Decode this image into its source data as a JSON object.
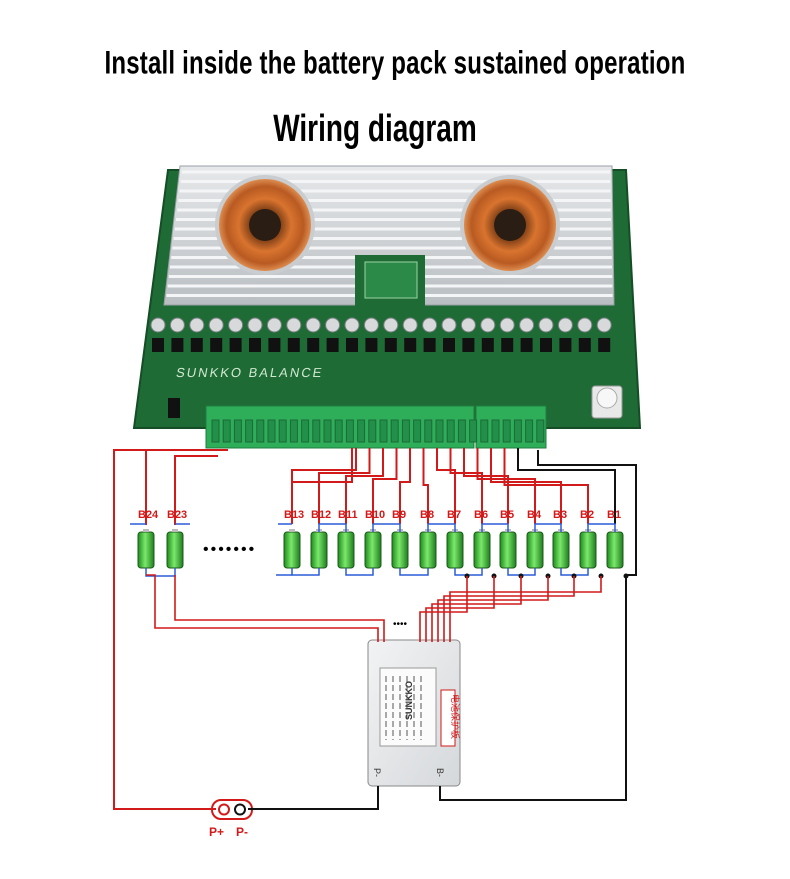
{
  "header": {
    "title": "Install inside the battery pack sustained operation",
    "subtitle": "Wiring diagram"
  },
  "board": {
    "silkscreen": "SUNKKO BALANCE"
  },
  "cells": {
    "left": [
      "B24",
      "B23"
    ],
    "ellipsis": "•••••••",
    "right": [
      "B13",
      "B12",
      "B11",
      "B10",
      "B9",
      "B8",
      "B7",
      "B6",
      "B5",
      "B4",
      "B3",
      "B2",
      "B1"
    ]
  },
  "bms": {
    "brand": "SUNKKO",
    "side_label": "电池保护板",
    "dots": "••••",
    "p_minus_label": "P-",
    "b_minus_label": "B-"
  },
  "terminals": {
    "p_plus": "P+",
    "p_minus": "P-"
  },
  "colors": {
    "wire_red": "#d21a1a",
    "wire_black": "#111111",
    "wire_blue": "#2a5bd7",
    "pcb_green": "#1f6b35",
    "heatsink": "#cfd3d6",
    "terminal_green": "#2fae5a",
    "cell_green": "#3fbf3a"
  }
}
